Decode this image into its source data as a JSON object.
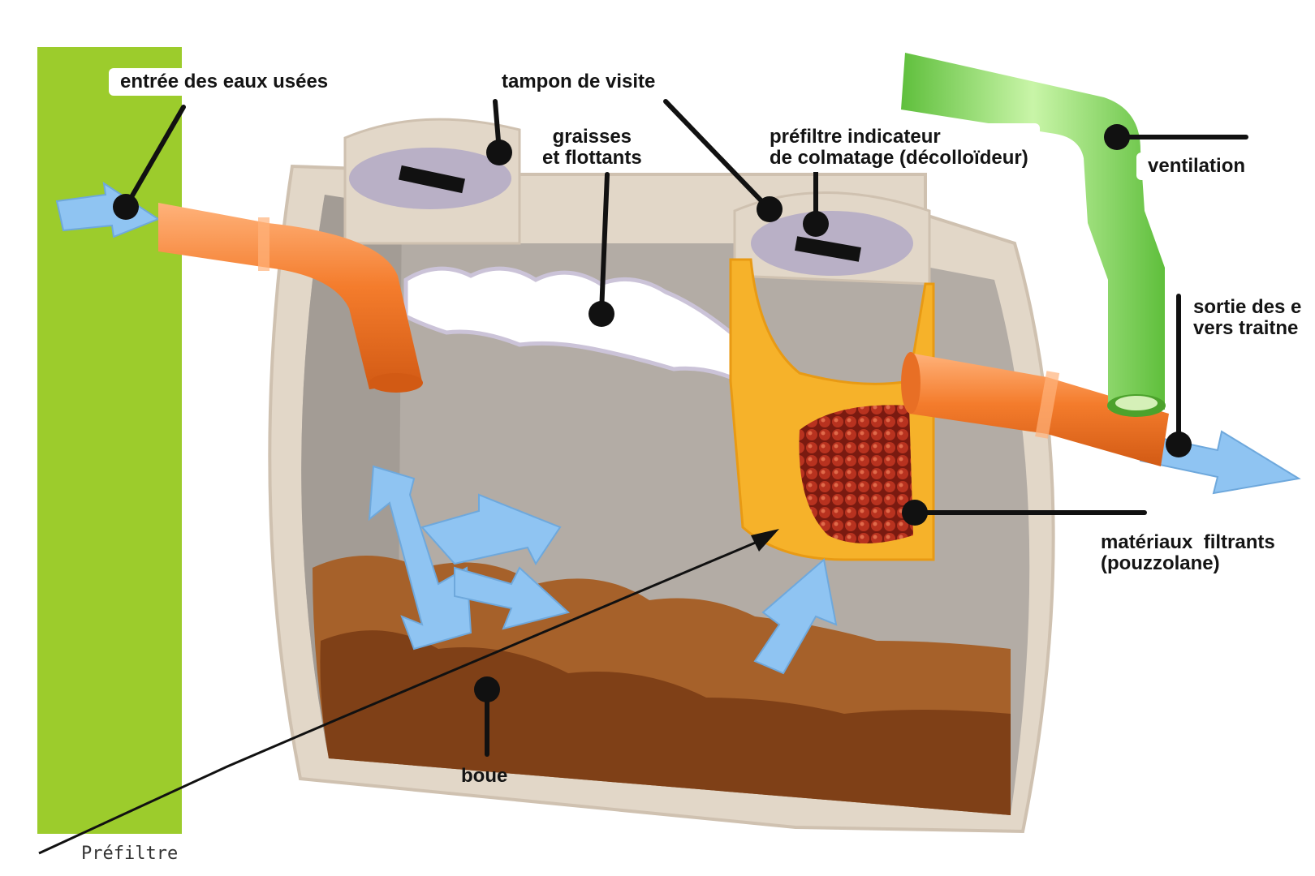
{
  "labels": {
    "inlet": "entrée des eaux usées",
    "manhole": "tampon de visite",
    "grease": "graisses\net flottants",
    "prefilter_indicator": "préfiltre indicateur\nde colmatage (décolloïdeur)",
    "ventilation": "ventilation",
    "outlet": "sortie des e\nvers traitne",
    "filter_media": "matériaux  filtrants\n(pouzzolane)",
    "sludge": "boue",
    "prefilter": "Préfiltre"
  },
  "colors": {
    "ground": "#9ccc2c",
    "tank_shell": "#e2d7c8",
    "tank_interior": "#b3aca5",
    "pipe_orange": "#f07a2a",
    "pipe_green": "#7fd45a",
    "grease": "#ffffff",
    "sludge_light": "#a6612a",
    "sludge_dark": "#7f4017",
    "flow_arrow": "#8fc4f2",
    "prefilter_housing": "#f6b22a",
    "pozzolan": "#a8281c",
    "leader_line": "#111111"
  }
}
